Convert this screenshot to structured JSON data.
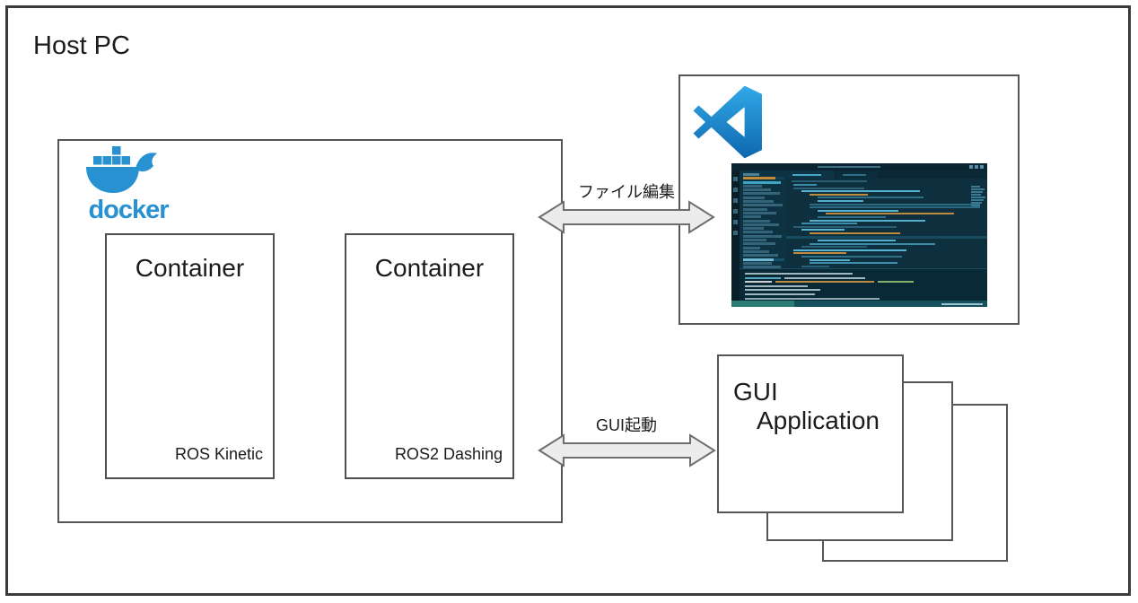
{
  "host": {
    "title": "Host PC"
  },
  "docker": {
    "wordmark": "docker",
    "containers": [
      {
        "title": "Container",
        "ros_label": "ROS Kinetic"
      },
      {
        "title": "Container",
        "ros_label": "ROS2 Dashing"
      }
    ]
  },
  "gui_app": {
    "line1": "GUI",
    "line2": "Application"
  },
  "arrows": [
    {
      "label": "ファイル編集",
      "direction": "double-headed"
    },
    {
      "label": "GUI起動",
      "direction": "double-headed"
    }
  ],
  "icons": {
    "docker": "docker-whale-icon",
    "vscode": "vscode-logo-icon"
  },
  "colors": {
    "docker_blue": "#2791d1",
    "vscode_blue_light": "#31a9e8",
    "vscode_blue_dark": "#0e67ae",
    "outer_border": "#3a3a3a",
    "box_border": "#565656",
    "arrow_fill": "#ececec",
    "arrow_stroke": "#6e6e6e",
    "editor_bg": "#0e2f3d",
    "editor_statusbar": "#15505e",
    "text": "#1b1b1b"
  }
}
